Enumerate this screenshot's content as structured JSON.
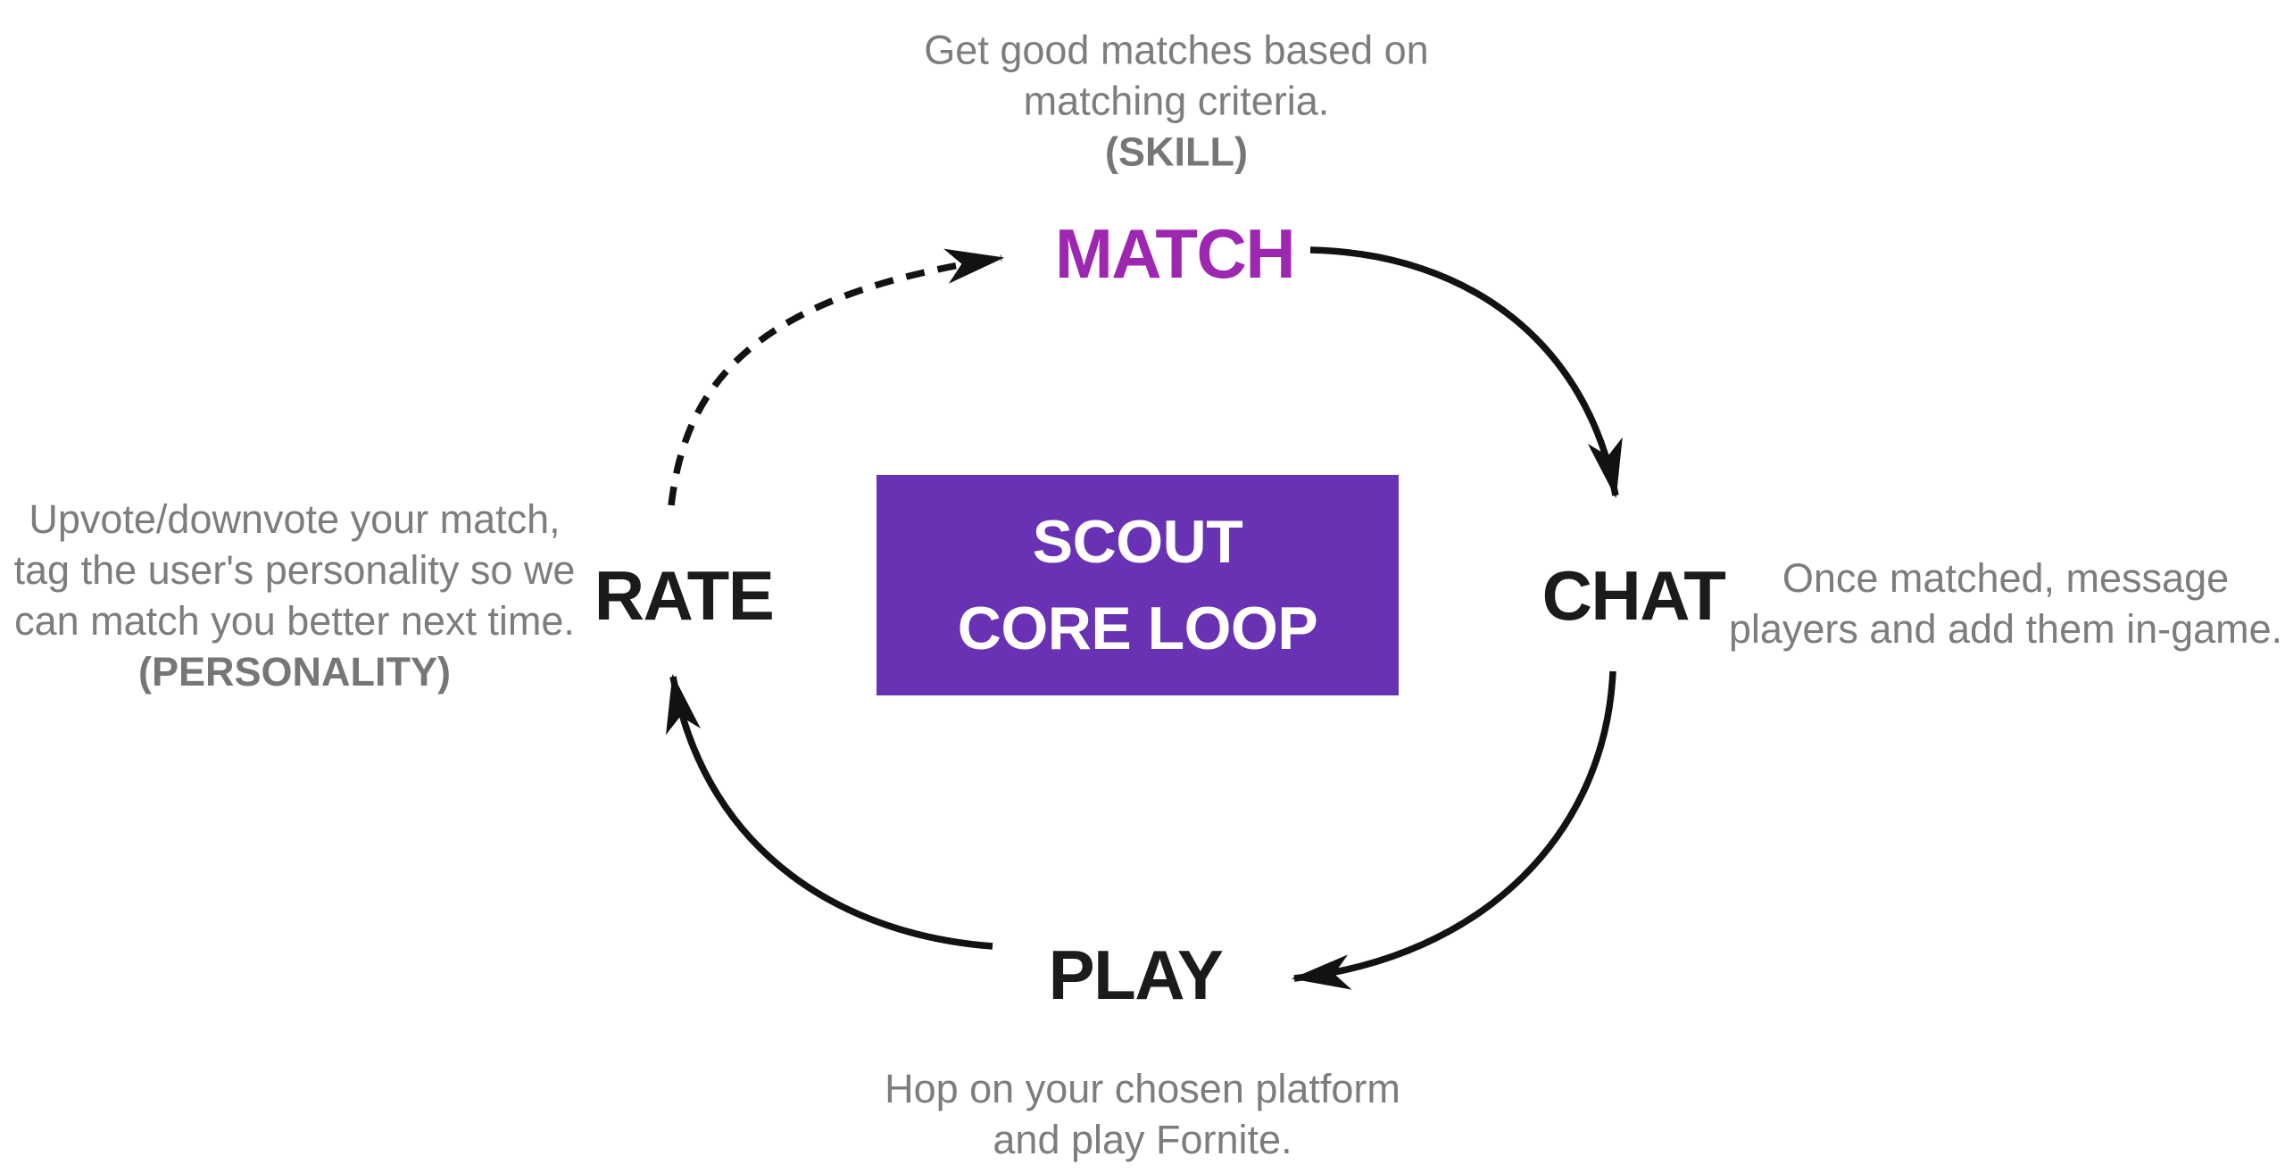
{
  "diagram": {
    "title_box": {
      "line1": "SCOUT",
      "line2": "CORE LOOP",
      "bg_color": "#6931b4",
      "text_color": "#ffffff"
    },
    "nodes": {
      "match": {
        "label": "MATCH",
        "label_color": "#9d27b0",
        "description": [
          "Get good matches based on",
          "matching criteria."
        ],
        "tag": "(SKILL)"
      },
      "chat": {
        "label": "CHAT",
        "label_color": "#1b1b1b",
        "description": [
          "Once matched, message",
          "players and add them in-game."
        ]
      },
      "play": {
        "label": "PLAY",
        "label_color": "#1b1b1b",
        "description": [
          "Hop on your chosen platform",
          "and play Fornite."
        ]
      },
      "rate": {
        "label": "RATE",
        "label_color": "#1b1b1b",
        "description": [
          "Upvote/downvote your match,",
          "tag the user's personality so we",
          "can match you better next time."
        ],
        "tag": "(PERSONALITY)"
      }
    },
    "edges": [
      {
        "id": "rate-to-match",
        "from": "RATE",
        "to": "MATCH",
        "style": "dashed"
      },
      {
        "id": "match-to-chat",
        "from": "MATCH",
        "to": "CHAT",
        "style": "solid"
      },
      {
        "id": "chat-to-play",
        "from": "CHAT",
        "to": "PLAY",
        "style": "solid"
      },
      {
        "id": "play-to-rate",
        "from": "PLAY",
        "to": "RATE",
        "style": "solid"
      }
    ],
    "colors": {
      "background": "#ffffff",
      "arrow": "#121212",
      "description_text": "#7d7d7d",
      "center_box_purple": "#6931b4",
      "match_purple": "#9d27b0"
    }
  }
}
